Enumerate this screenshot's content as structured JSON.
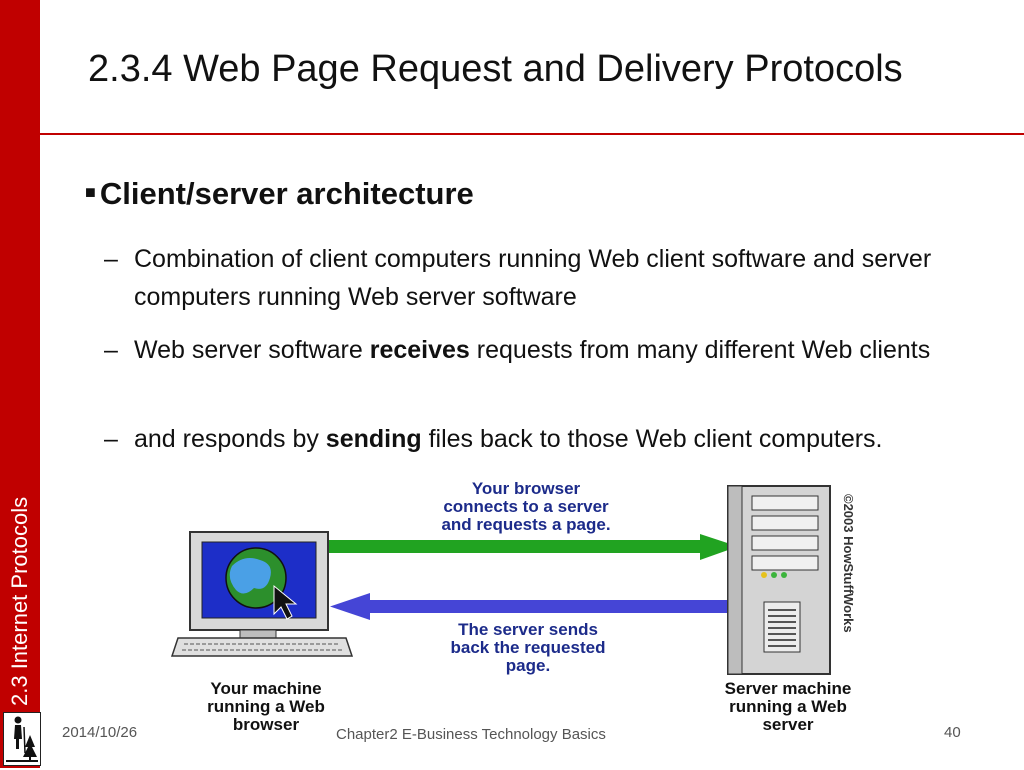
{
  "slide": {
    "title": "2.3.4 Web Page Request and Delivery Protocols",
    "sidebar_label": "2.3  Internet Protocols",
    "bullet_main": "Client/server architecture",
    "sub1": "Combination of client computers running Web client software and server computers running Web server software",
    "sub2_pre": "Web server software ",
    "sub2_bold": "receives",
    "sub2_post": " requests from many different Web clients",
    "sub3_pre": "and responds by ",
    "sub3_bold": "sending",
    "sub3_post": " files back to those Web client computers."
  },
  "diagram": {
    "request_line1": "Your browser",
    "request_line2": "connects to a server",
    "request_line3": "and requests a page.",
    "response_line1": "The server sends",
    "response_line2": "back the requested",
    "response_line3": "page.",
    "client_line1": "Your machine",
    "client_line2": "running a Web",
    "client_line3": "browser",
    "server_line1": "Server machine",
    "server_line2": "running a Web",
    "server_line3": "server",
    "copyright": "©2003 HowStuffWorks",
    "request_color": "#21a321",
    "response_color": "#4545d6",
    "screen_color": "#1d2ec8",
    "text_color": "#1c2b8a"
  },
  "footer": {
    "date": "2014/10/26",
    "center": "Chapter2 E-Business Technology Basics",
    "page": "40"
  },
  "theme": {
    "accent": "#c00000"
  }
}
